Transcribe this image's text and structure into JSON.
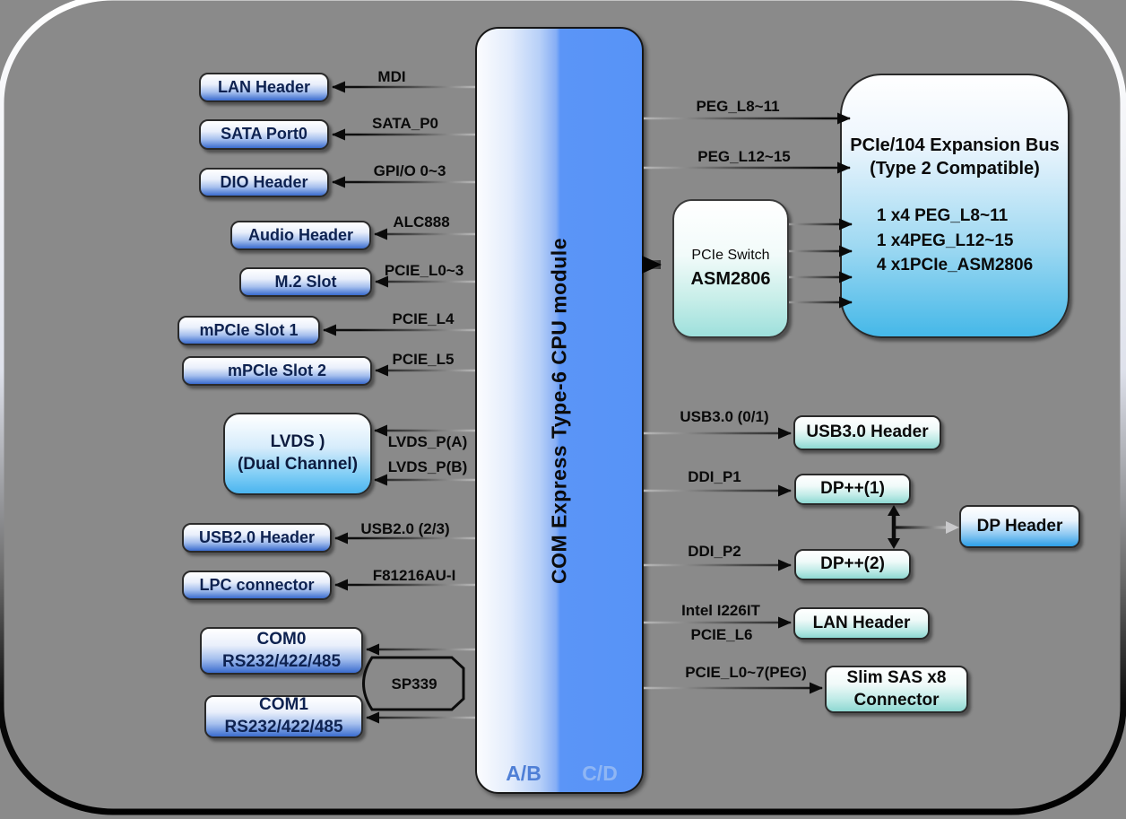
{
  "module": {
    "label": "COM Express Type-6 CPU module",
    "row_ab": "A/B",
    "row_cd": "C/D"
  },
  "left": {
    "blocks": [
      {
        "label": "LAN Header",
        "signal": "MDI"
      },
      {
        "label": "SATA Port0",
        "signal": "SATA_P0"
      },
      {
        "label": "DIO Header",
        "signal": "GPI/O 0~3"
      },
      {
        "label": "Audio Header",
        "signal": "ALC888"
      },
      {
        "label": "M.2 Slot",
        "signal": "PCIE_L0~3"
      },
      {
        "label": "mPCIe Slot 1",
        "signal": "PCIE_L4"
      },
      {
        "label": "mPCIe Slot 2",
        "signal": "PCIE_L5"
      },
      {
        "label_line1": "LVDS )",
        "label_line2": "(Dual Channel)",
        "signal_a": "LVDS_P(A)",
        "signal_b": "LVDS_P(B)"
      },
      {
        "label": "USB2.0 Header",
        "signal": "USB2.0 (2/3)"
      },
      {
        "label": "LPC connector",
        "signal": "F81216AU-I"
      },
      {
        "label_line1": "COM0",
        "label_line2": "RS232/422/485"
      },
      {
        "label_line1": "COM1",
        "label_line2": "RS232/422/485"
      }
    ],
    "transceiver": "SP339"
  },
  "right": {
    "peg1": "PEG_L8~11",
    "peg2": "PEG_L12~15",
    "pcie104": {
      "title1": "PCIe/104 Expansion Bus",
      "title2": "(Type 2 Compatible)",
      "items": [
        "1 x4 PEG_L8~11",
        "1 x4PEG_L12~15",
        "4 x1PCIe_ASM2806"
      ]
    },
    "pcie_switch": {
      "line1": "PCIe Switch",
      "line2": "ASM2806"
    },
    "usb3": {
      "signal": "USB3.0 (0/1)",
      "block": "USB3.0 Header"
    },
    "dp1": {
      "signal": "DDI_P1",
      "block": "DP++(1)"
    },
    "dp2": {
      "signal": "DDI_P2",
      "block": "DP++(2)"
    },
    "dp_header": "DP Header",
    "lan": {
      "signal1": "Intel I226IT",
      "signal2": "PCIE_L6",
      "block": "LAN Header"
    },
    "sas": {
      "signal": "PCIE_L0~7(PEG)",
      "block_line1": "Slim SAS x8",
      "block_line2": "Connector"
    }
  },
  "colors": {
    "background": "#8a8a8a",
    "module_blue": "#5793f7",
    "left_block_blue": "#3a6cce",
    "lvds_blue": "#4ab4ef",
    "teal": "#8ed8d2",
    "expansion_cyan": "#45b8e8",
    "dp_header_blue": "#2d9fe8"
  }
}
